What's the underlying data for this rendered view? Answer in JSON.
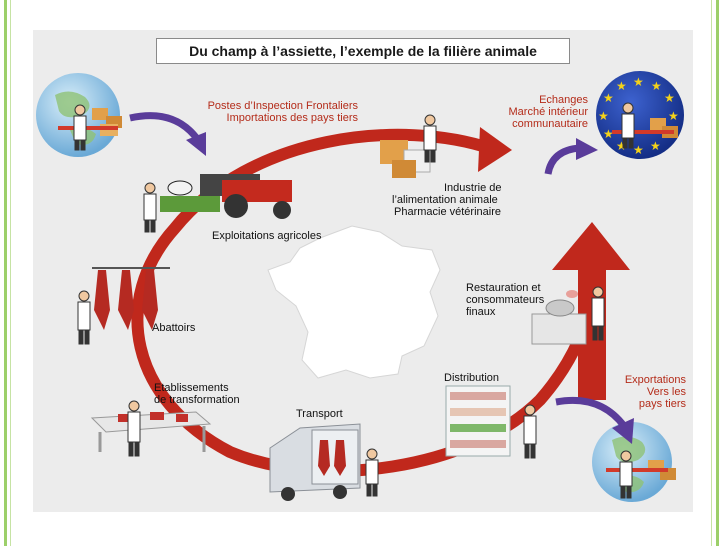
{
  "title": "Du champ à l’assiette, l’exemple de la filière animale",
  "labels": {
    "inspection_line1": "Postes d’Inspection Frontaliers",
    "inspection_line2": "Importations des pays tiers",
    "echanges_line1": "Echanges",
    "echanges_line2": "Marché intérieur",
    "echanges_line3": "communautaire",
    "industrie_line1": "Industrie de",
    "industrie_line2": "l’alimentation animale",
    "industrie_line3": "Pharmacie vétérinaire",
    "exploitations": "Exploitations agricoles",
    "restauration_line1": "Restauration et",
    "restauration_line2": "consommateurs",
    "restauration_line3": "finaux",
    "abattoirs": "Abattoirs",
    "etablissements_line1": "Etablissements",
    "etablissements_line2": "de transformation",
    "distribution": "Distribution",
    "transport": "Transport",
    "exportations_line1": "Exportations",
    "exportations_line2": "Vers les",
    "exportations_line3": "pays tiers"
  },
  "colors": {
    "cycle_red": "#c0281c",
    "border_green": "#9ccf6a",
    "panel_grey": "#ececec",
    "eu_blue": "#1f3fa8",
    "eu_star": "#f4d21a",
    "import_arrow": "#5a3c9a"
  }
}
